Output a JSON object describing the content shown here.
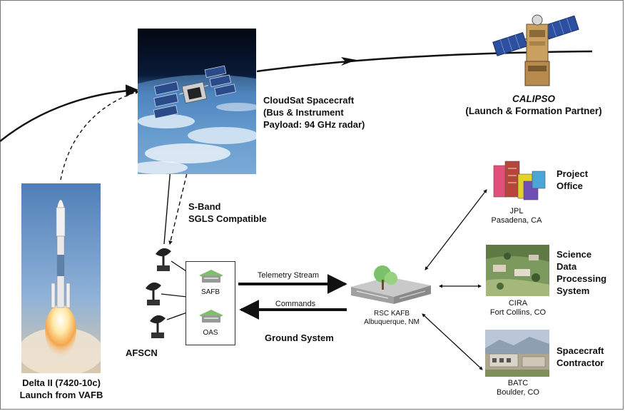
{
  "spacecraft": {
    "name": "CloudSat Spacecraft",
    "desc_line1": "(Bus & Instrument",
    "desc_line2": "Payload: 94 GHz radar)"
  },
  "partner": {
    "name": "CALIPSO",
    "role": "(Launch & Formation Partner)"
  },
  "launch": {
    "vehicle": "Delta II (7420-10c)",
    "site": "Launch from VAFB"
  },
  "link": {
    "band": "S-Band",
    "compat": "SGLS Compatible"
  },
  "network": {
    "name": "AFSCN",
    "node1": "SAFB",
    "node2": "OAS"
  },
  "streams": {
    "telemetry": "Telemetry Stream",
    "commands": "Commands"
  },
  "ground_system": "Ground System",
  "rsc": {
    "name": "RSC KAFB",
    "location": "Albuquerque, NM"
  },
  "jpl": {
    "name": "JPL",
    "location": "Pasadena, CA",
    "role_line1": "Project",
    "role_line2": "Office"
  },
  "cira": {
    "name": "CIRA",
    "location": "Fort Collins, CO",
    "role_line1": "Science",
    "role_line2": "Data",
    "role_line3": "Processing",
    "role_line4": "System"
  },
  "batc": {
    "name": "BATC",
    "location": "Boulder, CO",
    "role_line1": "Spacecraft",
    "role_line2": "Contractor"
  }
}
